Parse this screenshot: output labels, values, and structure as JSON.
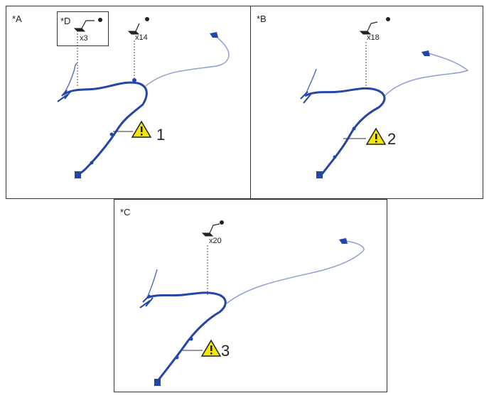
{
  "panels": {
    "a": {
      "label": "*A",
      "inset_label": "*D",
      "inset_qty": "x3",
      "clip_qty": "x14",
      "callout": "1"
    },
    "b": {
      "label": "*B",
      "clip_qty": "x18",
      "callout": "2"
    },
    "c": {
      "label": "*C",
      "clip_qty": "x20",
      "callout": "3"
    }
  },
  "icons": {
    "warning": "warning-triangle-icon",
    "clip": "clip-icon",
    "harness": "wire-harness"
  },
  "colors": {
    "harness_dark": "#2446a8",
    "harness_light": "#8ea0d0",
    "warning_fill": "#f5e600"
  }
}
